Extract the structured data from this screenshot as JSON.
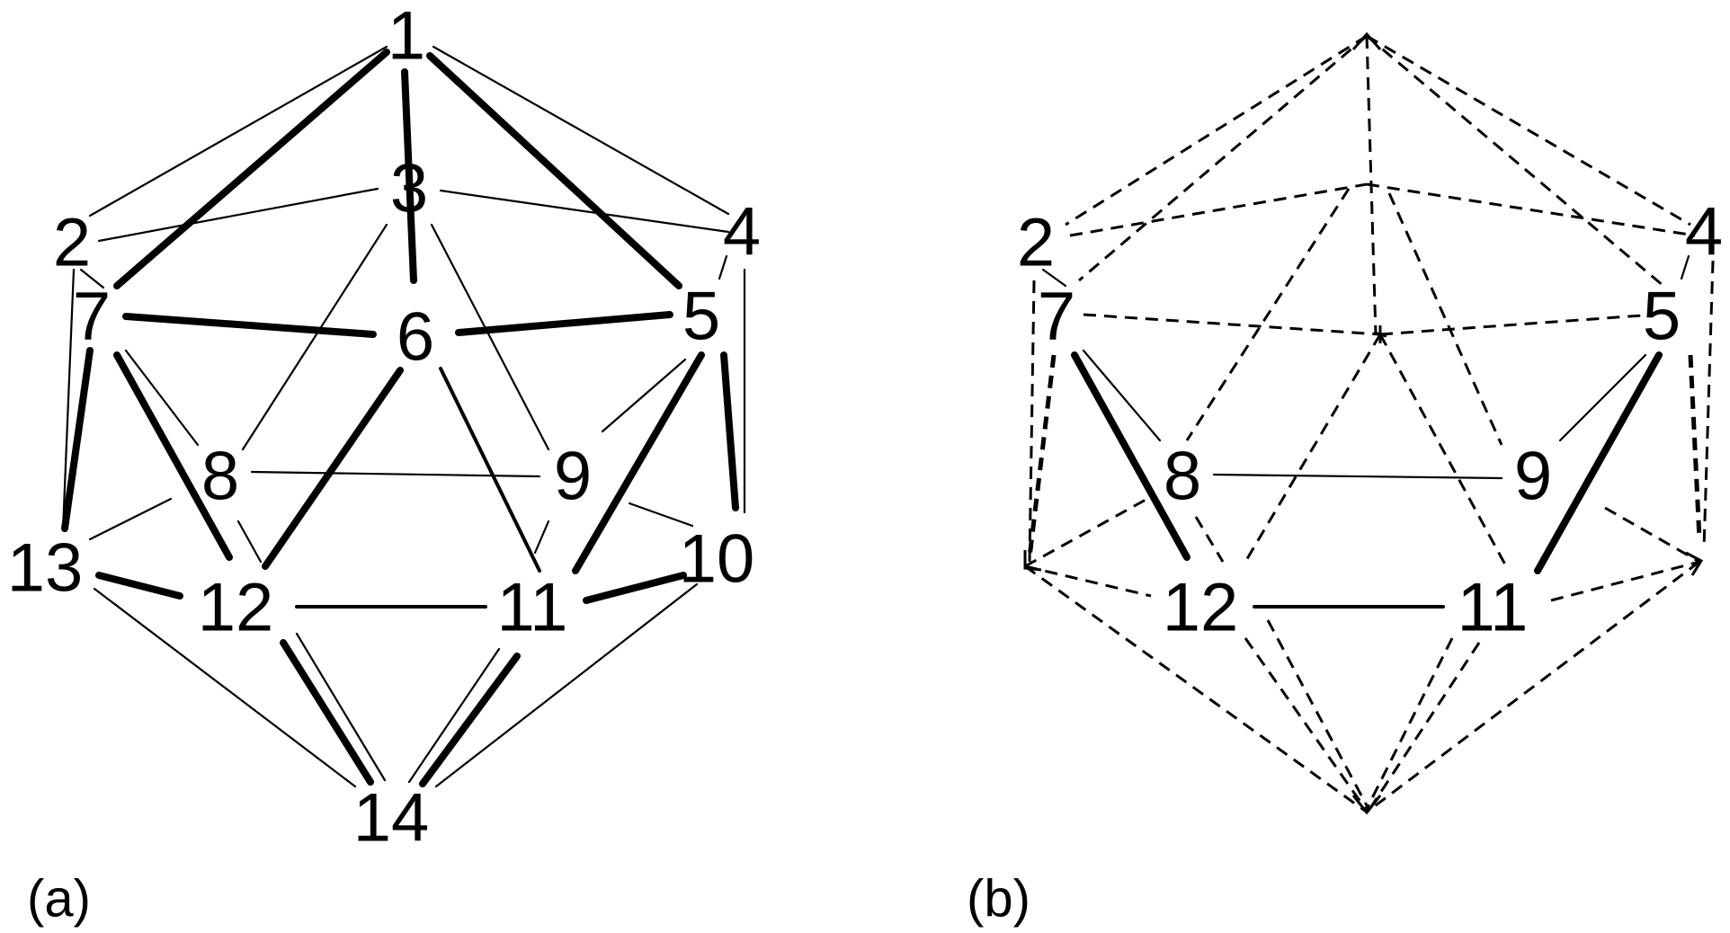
{
  "panels": [
    {
      "label": "(a)",
      "vertices": [
        "1",
        "2",
        "3",
        "4",
        "5",
        "6",
        "7",
        "8",
        "9",
        "10",
        "11",
        "12",
        "13",
        "14"
      ]
    },
    {
      "label": "(b)",
      "vertices": [
        "2",
        "4",
        "5",
        "7",
        "8",
        "9",
        "11",
        "12"
      ]
    }
  ]
}
